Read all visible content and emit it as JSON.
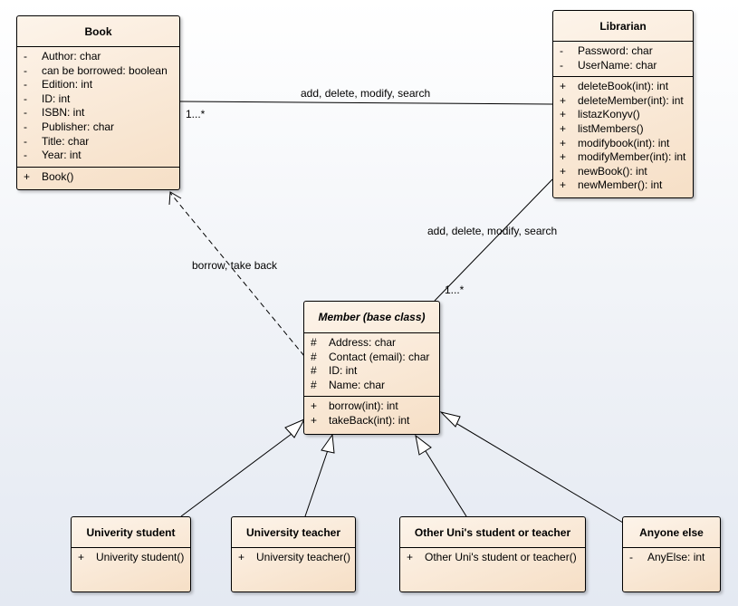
{
  "classes": {
    "book": {
      "name": "Book",
      "attributes": [
        {
          "vis": "-",
          "text": "Author: char"
        },
        {
          "vis": "-",
          "text": "can be borrowed: boolean"
        },
        {
          "vis": "-",
          "text": "Edition: int"
        },
        {
          "vis": "-",
          "text": "ID: int"
        },
        {
          "vis": "-",
          "text": "ISBN: int"
        },
        {
          "vis": "-",
          "text": "Publisher: char"
        },
        {
          "vis": "-",
          "text": "Title: char"
        },
        {
          "vis": "-",
          "text": "Year: int"
        }
      ],
      "operations": [
        {
          "vis": "+",
          "text": "Book()"
        }
      ]
    },
    "librarian": {
      "name": "Librarian",
      "attributes": [
        {
          "vis": "-",
          "text": "Password: char"
        },
        {
          "vis": "-",
          "text": "UserName: char"
        }
      ],
      "operations": [
        {
          "vis": "+",
          "text": "deleteBook(int): int"
        },
        {
          "vis": "+",
          "text": "deleteMember(int): int"
        },
        {
          "vis": "+",
          "text": "listazKonyv()"
        },
        {
          "vis": "+",
          "text": "listMembers()"
        },
        {
          "vis": "+",
          "text": "modifybook(int): int"
        },
        {
          "vis": "+",
          "text": "modifyMember(int): int"
        },
        {
          "vis": "+",
          "text": "newBook(): int"
        },
        {
          "vis": "+",
          "text": "newMember(): int"
        }
      ]
    },
    "member": {
      "name": "Member (base class)",
      "attributes": [
        {
          "vis": "#",
          "text": "Address: char"
        },
        {
          "vis": "#",
          "text": "Contact (email): char"
        },
        {
          "vis": "#",
          "text": "ID: int"
        },
        {
          "vis": "#",
          "text": "Name: char"
        }
      ],
      "operations": [
        {
          "vis": "+",
          "text": "borrow(int): int"
        },
        {
          "vis": "+",
          "text": "takeBack(int): int"
        }
      ]
    },
    "univ_student": {
      "name": "Univerity student",
      "operations": [
        {
          "vis": "+",
          "text": "Univerity student()"
        }
      ]
    },
    "univ_teacher": {
      "name": "University teacher",
      "operations": [
        {
          "vis": "+",
          "text": "University teacher()"
        }
      ]
    },
    "other_uni": {
      "name": "Other Uni's student or teacher",
      "operations": [
        {
          "vis": "+",
          "text": "Other Uni's student or teacher()"
        }
      ]
    },
    "anyone": {
      "name": "Anyone else",
      "attributes": [
        {
          "vis": "-",
          "text": "AnyElse: int"
        }
      ]
    }
  },
  "relations": {
    "book_librarian_label": "add, delete, modify, search",
    "book_librarian_multiplicity": "1...*",
    "librarian_member_label": "add, delete, modify, search",
    "librarian_member_multiplicity": "1...*",
    "member_book_label": "borrow, take back"
  }
}
